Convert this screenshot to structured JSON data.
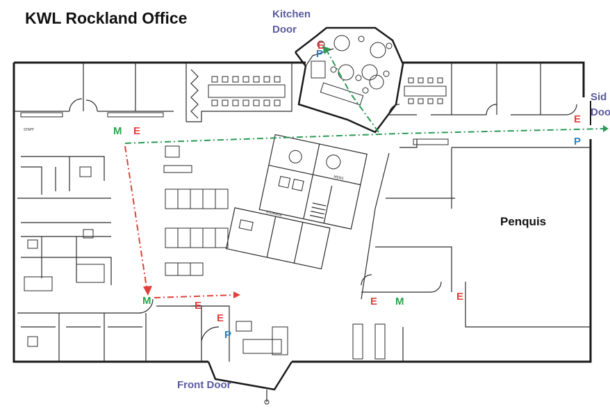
{
  "title": "KWL Rockland Office",
  "labels": {
    "kitchen_door_line1": "Kitchen",
    "kitchen_door_line2": "Door",
    "side_door_line1": "Sid",
    "side_door_line2": "Doo",
    "front_door": "Front Door",
    "penquis": "Penquis"
  },
  "markers": {
    "meeting": "M",
    "exit": "E",
    "parking": "P"
  },
  "colors": {
    "title": "#111111",
    "door_label": "#5a5aa0",
    "exit": "#e0403a",
    "meeting": "#27a54a",
    "parking": "#2a7fc0",
    "route_green": "#2a9a55",
    "route_red": "#e0403a",
    "walls": "#1a1a1a"
  }
}
